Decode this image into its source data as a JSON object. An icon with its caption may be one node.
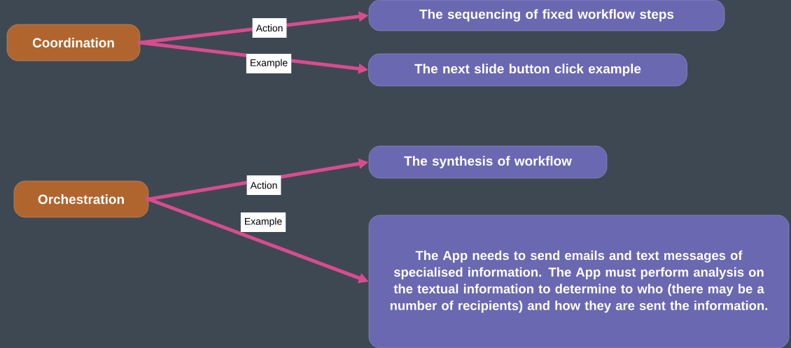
{
  "diagram": {
    "nodes": [
      {
        "text": [
          "Coordination"
        ]
      },
      {
        "text": [
          "The sequencing of fixed workflow steps"
        ]
      },
      {
        "text": [
          "The next slide button click example"
        ]
      },
      {
        "text": [
          "Orchestration"
        ]
      },
      {
        "text": [
          "The synthesis of workflow"
        ]
      },
      {
        "text": [
          "The App needs to send emails and text messages of specialised information. The App must perform analysis on the textual information to determine to who (there may be a number of recipients) and how they are sent the information."
        ]
      }
    ],
    "edges": [
      {
        "from": 0,
        "to": 1,
        "arrow": "to",
        "label": "Action"
      },
      {
        "from": 0,
        "to": 2,
        "arrow": "to",
        "label": "Example"
      },
      {
        "from": 3,
        "to": 4,
        "arrow": "to",
        "label": "Action"
      },
      {
        "from": 3,
        "to": 5,
        "arrow": "to",
        "label": "Example"
      }
    ]
  }
}
